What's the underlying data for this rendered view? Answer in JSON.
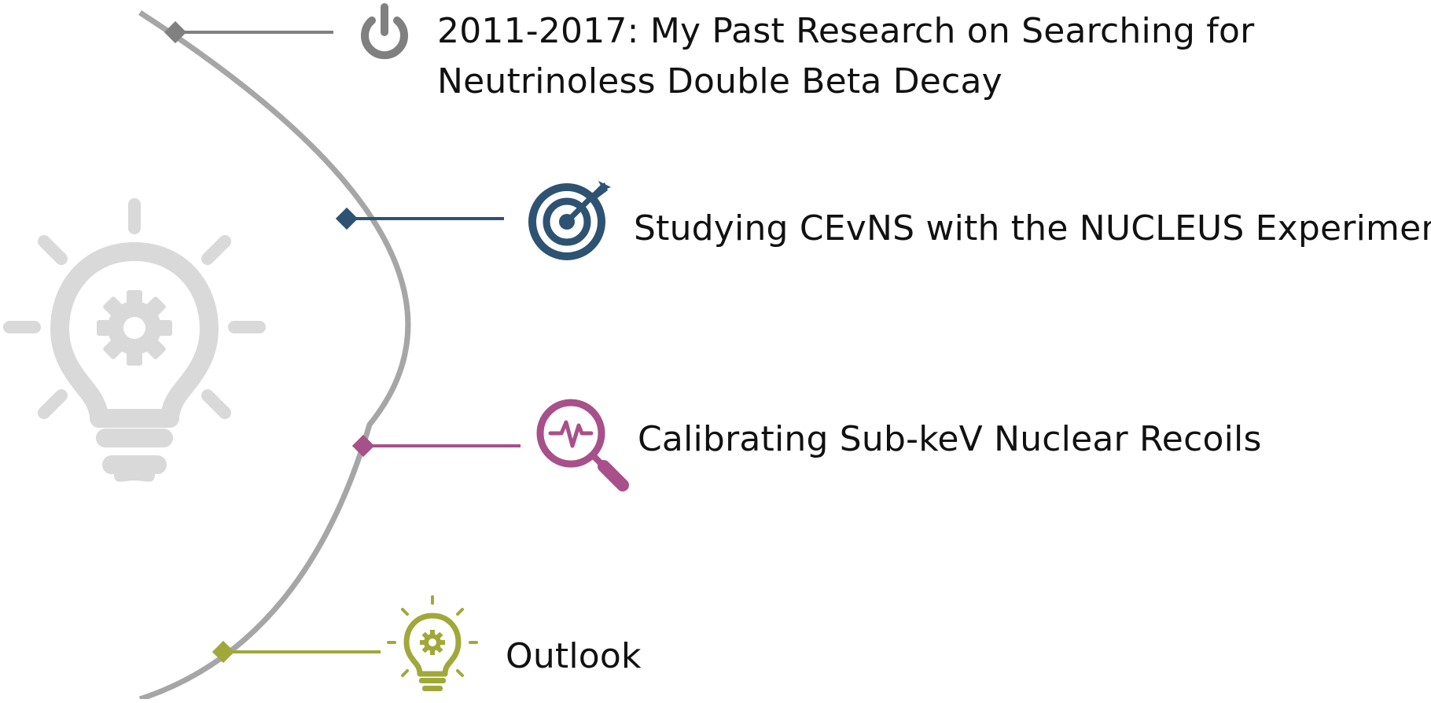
{
  "agenda": {
    "items": [
      {
        "title_line1": "2011-2017: My Past Research on Searching for",
        "title_line2": "Neutrinoless Double Beta Decay",
        "icon": "power-icon",
        "color": "#808080"
      },
      {
        "title_line1": "Studying CEvNS with the NUCLEUS Experiment",
        "icon": "target-icon",
        "color": "#2E5272"
      },
      {
        "title_line1": "Calibrating Sub-keV Nuclear Recoils",
        "icon": "magnifier-pulse-icon",
        "color": "#A8508A"
      },
      {
        "title_line1": "Outlook",
        "icon": "lightbulb-gear-icon",
        "color": "#A0A83A"
      }
    ],
    "background_icon": "lightbulb-gear-icon",
    "arc_color": "#A6A6A6"
  }
}
